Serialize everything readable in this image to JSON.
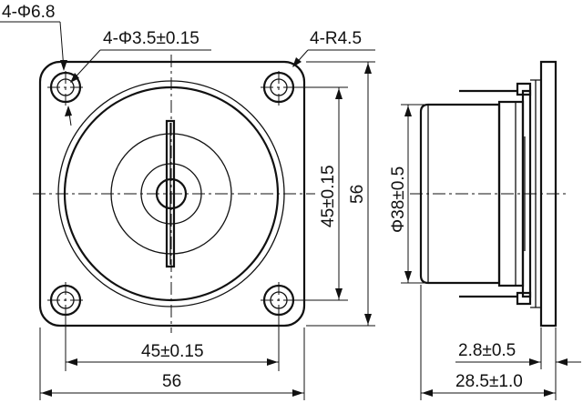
{
  "drawing": {
    "labels": {
      "corner_hole": "4-Φ6.8",
      "mount_hole": "4-Φ3.5±0.15",
      "corner_radius": "4-R4.5",
      "hole_spacing_v": "45±0.15",
      "height": "56",
      "diameter": "Φ38±0.5",
      "hole_spacing_h": "45±0.15",
      "width": "56",
      "flange": "2.8±0.5",
      "depth": "28.5±1.0"
    }
  }
}
